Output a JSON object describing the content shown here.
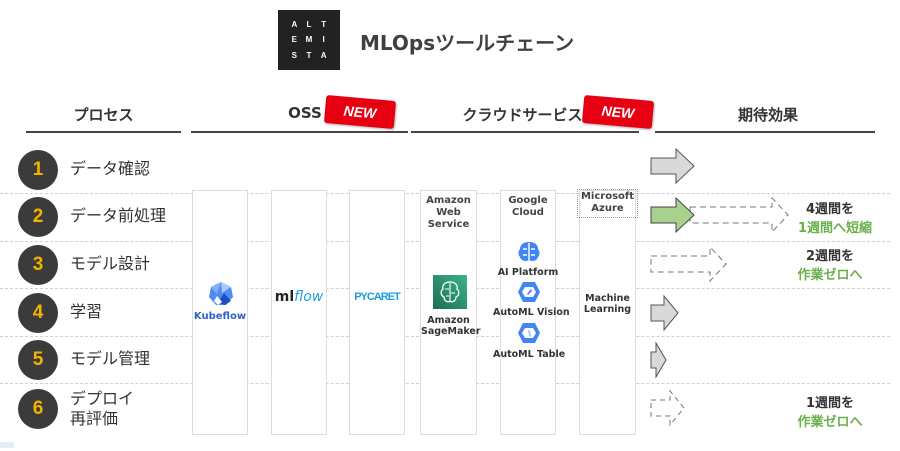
{
  "header": {
    "logo_letters": [
      "A",
      "L",
      "T",
      "E",
      "M",
      "I",
      "S",
      "T",
      "A"
    ],
    "title": "MLOpsツールチェーン"
  },
  "columns": {
    "process": "プロセス",
    "oss": "OSS",
    "cloud": "クラウドサービス",
    "effect": "期待効果",
    "new_badge": "NEW"
  },
  "steps": [
    {
      "num": "1",
      "label": "データ確認"
    },
    {
      "num": "2",
      "label": "データ前処理"
    },
    {
      "num": "3",
      "label": "モデル設計"
    },
    {
      "num": "4",
      "label": "学習"
    },
    {
      "num": "5",
      "label": "モデル管理"
    },
    {
      "num": "6",
      "label_line1": "デプロイ",
      "label_line2": "再評価"
    }
  ],
  "oss_tools": [
    {
      "name": "Kubeflow",
      "icon": "kubeflow-logo"
    },
    {
      "name_prefix": "ml",
      "name_suffix": "flow",
      "icon": "mlflow-logo"
    },
    {
      "name": "PYCARET",
      "icon": "pycaret-logo"
    }
  ],
  "cloud": {
    "aws": {
      "provider": "Amazon Web Service",
      "provider_lines": [
        "Amazon",
        "Web",
        "Service"
      ],
      "service_lines": [
        "Amazon",
        "SageMaker"
      ],
      "icon": "sagemaker-icon"
    },
    "gcp": {
      "provider_lines": [
        "Google",
        "Cloud"
      ],
      "services": [
        {
          "name": "AI Platform",
          "icon": "ai-platform-icon"
        },
        {
          "name": "AutoML Vision",
          "icon": "automl-vision-icon"
        },
        {
          "name": "AutoML Table",
          "icon": "automl-table-icon"
        }
      ]
    },
    "azure": {
      "provider_lines": [
        "Microsoft",
        "Azure"
      ],
      "service_lines": [
        "Machine",
        "Learning"
      ]
    }
  },
  "effects": [
    {
      "row": 2,
      "line1": "4週間を",
      "line2": "1週間へ短縮"
    },
    {
      "row": 3,
      "line1": "2週間を",
      "line2": "作業ゼロへ"
    },
    {
      "row": 6,
      "line1": "1週間を",
      "line2": "作業ゼロへ"
    }
  ],
  "colors": {
    "badge_red": "#e60012",
    "step_circle": "#3b3b3b",
    "step_number": "#f0b400",
    "effect_green": "#6ab04c",
    "arrow_gray": "#d9d9d9",
    "arrow_green": "#a9d18e"
  }
}
